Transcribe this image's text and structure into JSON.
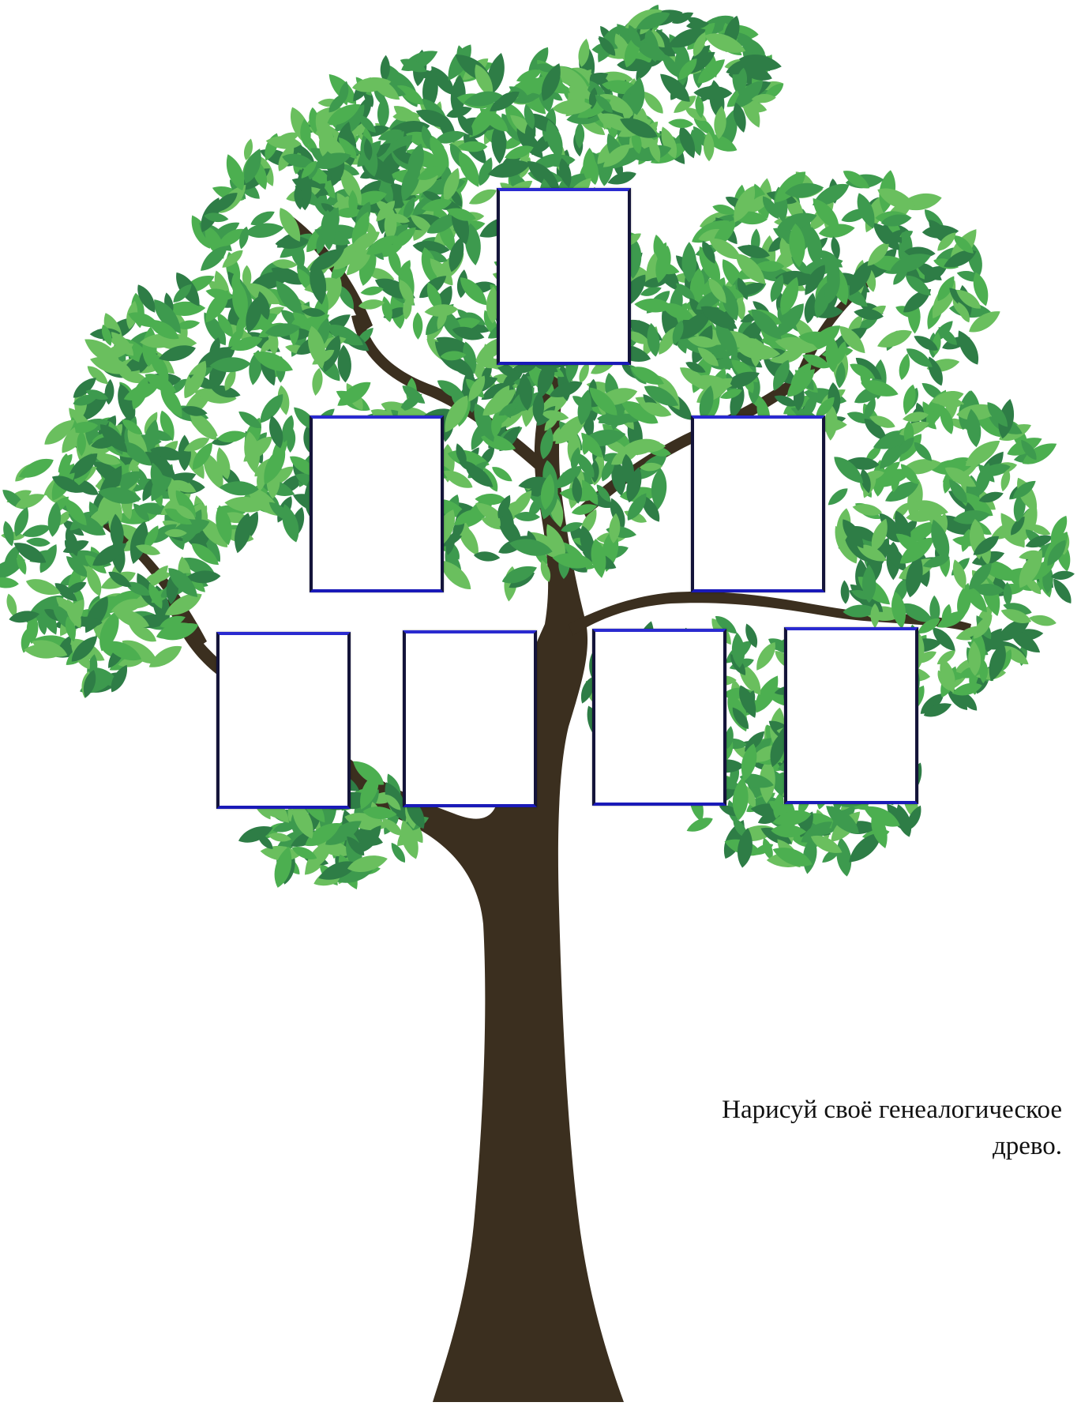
{
  "caption": {
    "line1": "Нарисуй своё генеалогическое",
    "line2": "древо."
  },
  "illustration": {
    "trunk_color": "#3b2f1f",
    "leaf_colors": [
      "#2e7d46",
      "#4caf50",
      "#6abf5e",
      "#3d9a4e"
    ],
    "frame_border_color": "#1a1ab8",
    "frame_count": 7,
    "generations": [
      1,
      2,
      4
    ]
  }
}
